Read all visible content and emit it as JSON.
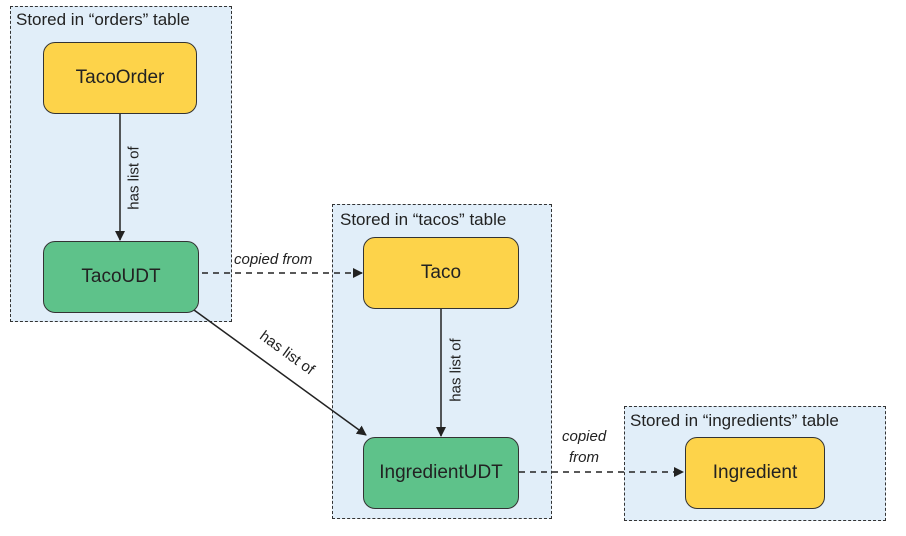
{
  "regions": {
    "orders": "Stored in “orders” table",
    "tacos": "Stored in “tacos” table",
    "ingredients": "Stored in “ingredients” table"
  },
  "nodes": {
    "taco_order": "TacoOrder",
    "taco_udt": "TacoUDT",
    "taco": "Taco",
    "ingredient_udt": "IngredientUDT",
    "ingredient": "Ingredient"
  },
  "edges": {
    "order_has_list": "has list of",
    "tacoudt_copied": "copied from",
    "tacoudt_has_list": "has list of",
    "taco_has_list": "has list of",
    "ingredientudt_copied_line1": "copied",
    "ingredientudt_copied_line2": "from"
  },
  "colors": {
    "region_fill": "#e1eef9",
    "entity_fill": "#fdd34a",
    "udt_fill": "#5ec28a"
  }
}
